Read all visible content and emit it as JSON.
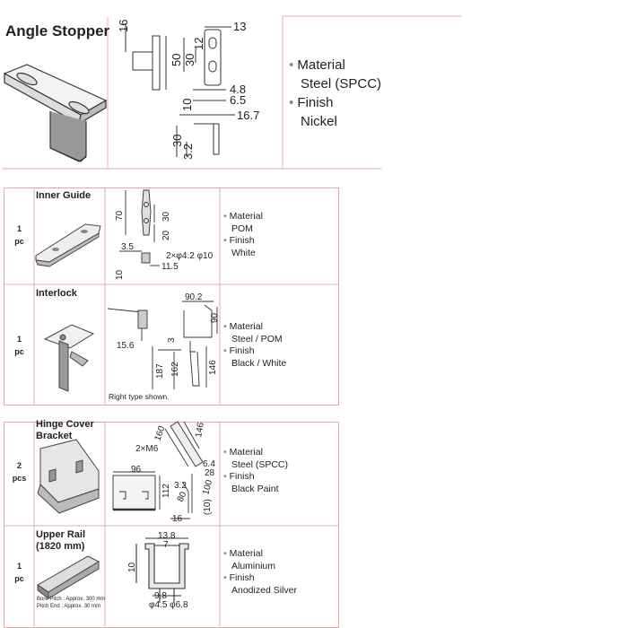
{
  "angle_stopper": {
    "title": "Angle Stopper",
    "specs": [
      "Material",
      "Steel (SPCC)",
      "Finish",
      "Nickel"
    ],
    "dims": [
      "16",
      "13",
      "50",
      "30",
      "12",
      "4.8",
      "6.5",
      "10",
      "16.7",
      "30",
      "3.2"
    ]
  },
  "inner_guide": {
    "qty": [
      "1",
      "pc"
    ],
    "title": "Inner Guide",
    "specs": [
      "Material",
      "POM",
      "Finish",
      "White"
    ],
    "dims": [
      "70",
      "30",
      "20",
      "3.5",
      "2×φ4.2 φ10",
      "10",
      "11.5"
    ]
  },
  "interlock": {
    "qty": [
      "1",
      "pc"
    ],
    "title": "Interlock",
    "note": "Right type shown.",
    "specs": [
      "Material",
      "Steel / POM",
      "Finish",
      "Black / White"
    ],
    "dims": [
      "90.2",
      "90",
      "3",
      "15.6",
      "187",
      "162",
      "146"
    ]
  },
  "hinge_cover": {
    "qty": [
      "2",
      "pcs"
    ],
    "title": [
      "Hinge Cover",
      "Bracket"
    ],
    "specs": [
      "Material",
      "Steel (SPCC)",
      "Finish",
      "Black Paint"
    ],
    "dims": [
      "160",
      "146",
      "2×M6",
      "6.4",
      "28",
      "96",
      "3.2",
      "112",
      "80",
      "100",
      "16",
      "(10)"
    ]
  },
  "upper_rail": {
    "qty": [
      "1",
      "pc"
    ],
    "title": [
      "Upper Rail",
      "(1820 mm)"
    ],
    "notes": [
      "Bore Pitch : Approx. 300 mm",
      "Pitch End : Approx. 30 mm"
    ],
    "specs": [
      "Material",
      "Aluminium",
      "Finish",
      "Anodized Silver"
    ],
    "dims": [
      "13.8",
      "7",
      "10",
      "9.8",
      "φ4.5 φ6.8"
    ]
  }
}
